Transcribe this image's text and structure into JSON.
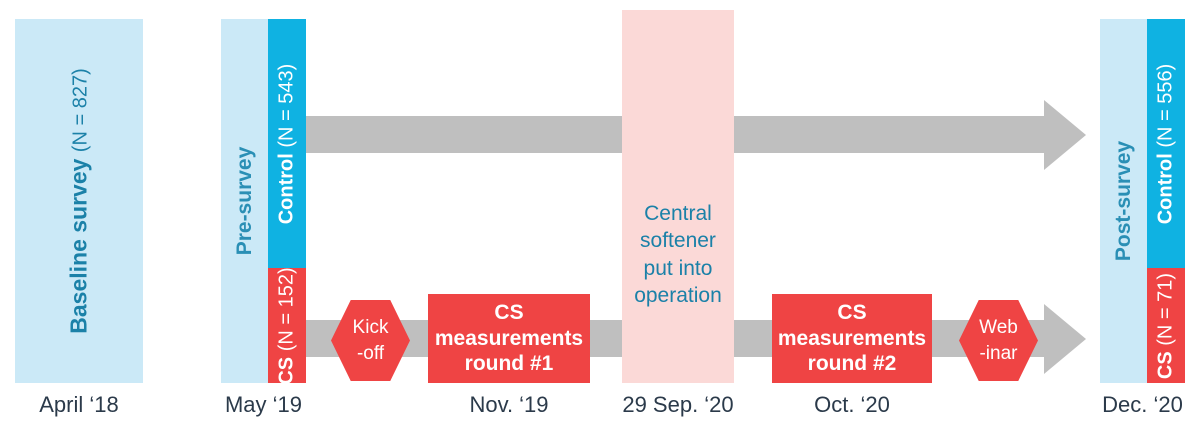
{
  "figure": {
    "type": "timeline-diagram",
    "title": "Study timeline"
  },
  "colors": {
    "light_blue": "#cbe9f7",
    "blue": "#0fb2e2",
    "red": "#ef4444",
    "pink": "#fbd9d7",
    "gray": "#bfbfbf",
    "teal_text": "#1b81a8",
    "navy_text": "#2b3a4a"
  },
  "baseline": {
    "label": "Baseline survey",
    "n_label": "(N = 827)",
    "date": "April ‘18"
  },
  "pre_survey": {
    "label": "Pre-survey",
    "control_label": "Control",
    "control_n": "(N = 543)",
    "cs_label": "CS",
    "cs_n": "(N = 152)",
    "date": "May ‘19"
  },
  "post_survey": {
    "label": "Post-survey",
    "control_label": "Control",
    "control_n": "(N = 556)",
    "cs_label": "CS",
    "cs_n": "(N = 71)",
    "date": "Dec. ‘20"
  },
  "events": {
    "kickoff": {
      "line1": "Kick",
      "line2": "-off"
    },
    "round1": {
      "line1": "CS",
      "line2": "measurements",
      "line3": "round #1",
      "date": "Nov. ‘19"
    },
    "central_softener": {
      "line1": "Central",
      "line2": "softener",
      "line3": "put into",
      "line4": "operation",
      "date": "29 Sep. ‘20"
    },
    "round2": {
      "line1": "CS",
      "line2": "measurements",
      "line3": "round #2",
      "date": "Oct. ‘20"
    },
    "webinar": {
      "line1": "Web",
      "line2": "-inar"
    }
  },
  "arrows": {
    "control_track_name": "control-group-timeline-arrow",
    "cs_track_name": "cs-group-timeline-arrow"
  }
}
